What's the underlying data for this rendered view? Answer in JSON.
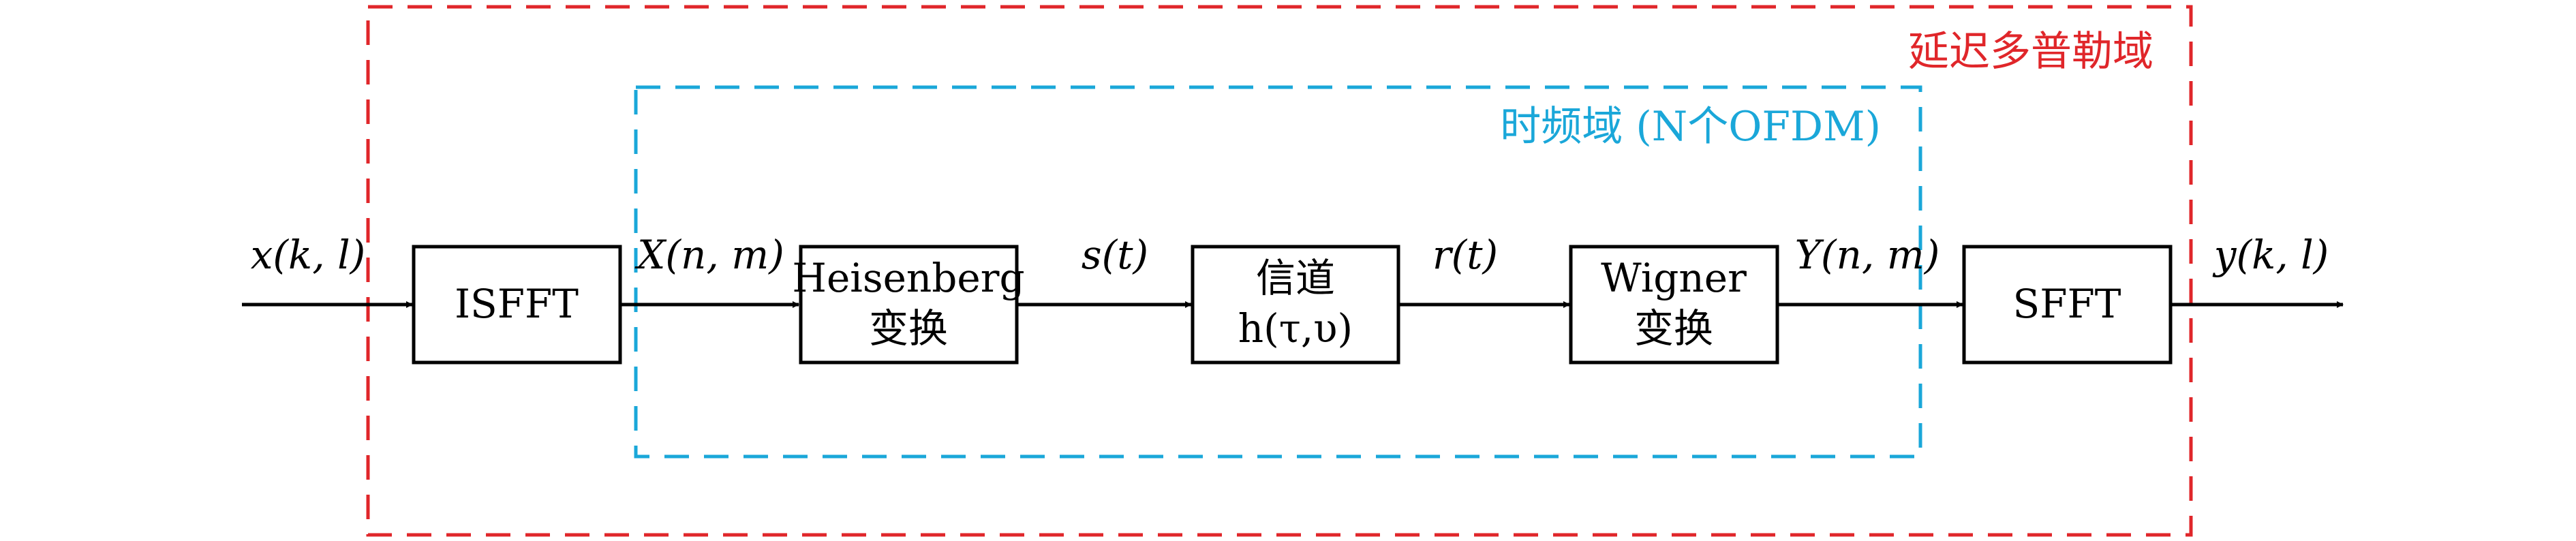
{
  "colors": {
    "outer_domain": "#e0262a",
    "inner_domain": "#1aa7d9",
    "line": "#000000"
  },
  "domains": {
    "outer_label": "延迟多普勒域",
    "inner_label": "时频域 (N个OFDM)"
  },
  "blocks": {
    "isfft": "ISFFT",
    "heisenberg_line1": "Heisenberg",
    "heisenberg_line2": "变换",
    "channel_line1": "信道",
    "channel_line2": "h(τ,υ)",
    "wigner_line1": "Wigner",
    "wigner_line2": "变换",
    "sfft": "SFFT"
  },
  "signals": {
    "input": "x(k, l)",
    "X": "X(n, m)",
    "s": "s(t)",
    "r": "r(t)",
    "Y": "Y(n, m)",
    "output": "y(k, l)"
  }
}
